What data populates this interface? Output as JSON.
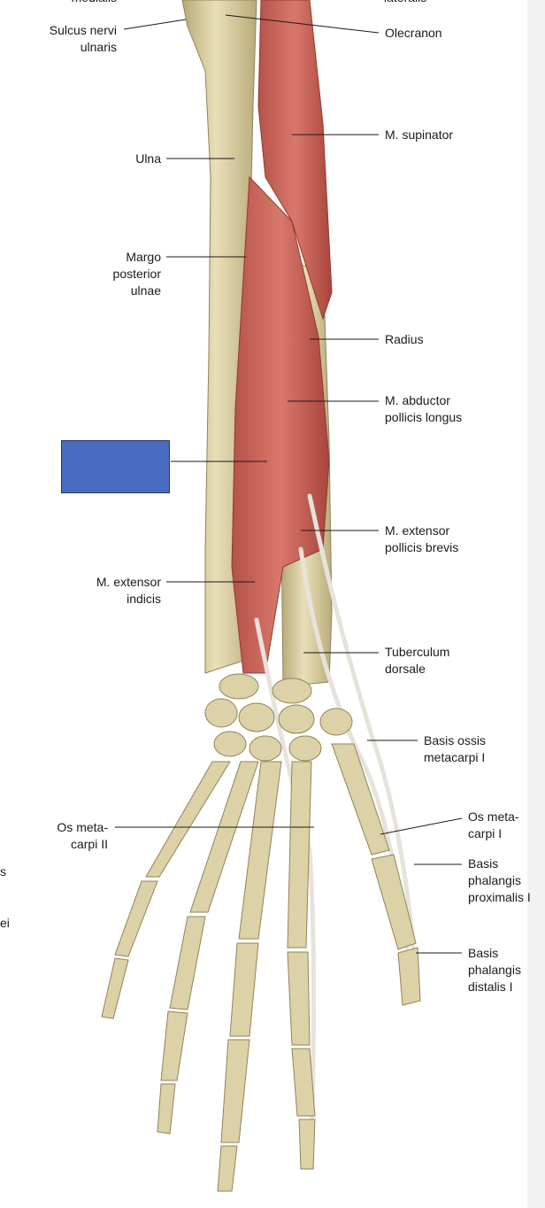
{
  "labels": {
    "top_left_partial": "medialis",
    "top_right_partial": "lateralis",
    "sulcus": "Sulcus nervi\nulnaris",
    "olecranon": "Olecranon",
    "supinator": "M. supinator",
    "ulna": "Ulna",
    "margo": "Margo\nposterior\nulnae",
    "radius": "Radius",
    "abductor": "M. abductor\npollicis longus",
    "ext_brevis": "M. extensor\npollicis brevis",
    "ext_indicis": "M. extensor\nindicis",
    "tuberculum": "Tuberculum\ndorsale",
    "basis_ossis": "Basis ossis\nmetacarpi I",
    "os_meta_ii": "Os meta-\ncarpi II",
    "os_meta_i": "Os meta-\ncarpi I",
    "basis_prox": "Basis\nphalangis\nproximalis I",
    "basis_dist": "Basis\nphalangis\ndistalis I",
    "edge_s": "s",
    "edge_ei": "ei"
  },
  "masked_label": {
    "color": "#4a6cc0"
  }
}
